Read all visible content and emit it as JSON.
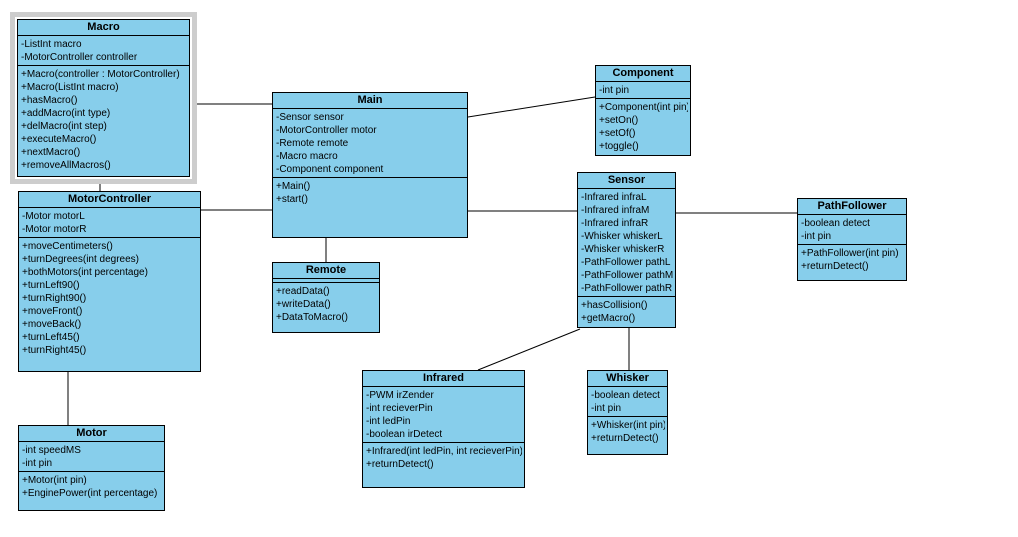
{
  "diagram": {
    "background_color": "#ffffff",
    "colors": {
      "class_fill": "#87CEEB",
      "class_border": "#000000",
      "selection_frame": "#cdcdcd",
      "connector": "#000000",
      "text": "#000000"
    },
    "classes": [
      {
        "name": "Macro",
        "selected": true,
        "attributes": [
          "-ListInt macro",
          "-MotorController controller"
        ],
        "methods": [
          "+Macro(controller : MotorController)",
          "+Macro(ListInt macro)",
          "+hasMacro()",
          "+addMacro(int type)",
          "+delMacro(int step)",
          "+executeMacro()",
          "+nextMacro()",
          "+removeAllMacros()"
        ]
      },
      {
        "name": "MotorController",
        "selected": false,
        "attributes": [
          "-Motor motorL",
          "-Motor motorR"
        ],
        "methods": [
          "+moveCentimeters()",
          "+turnDegrees(int degrees)",
          "+bothMotors(int percentage)",
          "+turnLeft90()",
          "+turnRight90()",
          "+moveFront()",
          "+moveBack()",
          "+turnLeft45()",
          "+turnRight45()"
        ]
      },
      {
        "name": "Motor",
        "selected": false,
        "attributes": [
          "-int speedMS",
          "-int pin"
        ],
        "methods": [
          "+Motor(int pin)",
          "+EnginePower(int percentage)"
        ]
      },
      {
        "name": "Main",
        "selected": false,
        "attributes": [
          "-Sensor sensor",
          "-MotorController motor",
          "-Remote remote",
          "-Macro macro",
          "-Component component"
        ],
        "methods": [
          "+Main()",
          "+start()"
        ]
      },
      {
        "name": "Remote",
        "selected": false,
        "attributes": [],
        "methods": [
          "+readData()",
          "+writeData()",
          "+DataToMacro()"
        ]
      },
      {
        "name": "Component",
        "selected": false,
        "attributes": [
          "-int pin"
        ],
        "methods": [
          "+Component(int pin)",
          "+setOn()",
          "+setOf()",
          "+toggle()"
        ]
      },
      {
        "name": "Sensor",
        "selected": false,
        "attributes": [
          "-Infrared infraL",
          "-Infrared infraM",
          "-Infrared infraR",
          "-Whisker whiskerL",
          "-Whisker whiskerR",
          "-PathFollower pathL",
          "-PathFollower pathM",
          "-PathFollower pathR"
        ],
        "methods": [
          "+hasCollision()",
          "+getMacro()"
        ]
      },
      {
        "name": "PathFollower",
        "selected": false,
        "attributes": [
          "-boolean detect",
          "-int pin"
        ],
        "methods": [
          "+PathFollower(int pin)",
          "+returnDetect()"
        ]
      },
      {
        "name": "Infrared",
        "selected": false,
        "attributes": [
          "-PWM irZender",
          "-int recieverPin",
          "-int ledPin",
          "-boolean irDetect"
        ],
        "methods": [
          "+Infrared(int ledPin, int recieverPin)",
          "+returnDetect()"
        ]
      },
      {
        "name": "Whisker",
        "selected": false,
        "attributes": [
          "-boolean detect",
          "-int pin"
        ],
        "methods": [
          "+Whisker(int pin)",
          "+returnDetect()"
        ]
      }
    ],
    "connectors": [
      {
        "from": "Macro",
        "to": "Main"
      },
      {
        "from": "MotorController",
        "to": "Main"
      },
      {
        "from": "Macro",
        "to": "MotorController"
      },
      {
        "from": "MotorController",
        "to": "Motor"
      },
      {
        "from": "Main",
        "to": "Remote"
      },
      {
        "from": "Main",
        "to": "Component"
      },
      {
        "from": "Main",
        "to": "Sensor"
      },
      {
        "from": "Sensor",
        "to": "PathFollower"
      },
      {
        "from": "Sensor",
        "to": "Whisker"
      },
      {
        "from": "Sensor",
        "to": "Infrared"
      }
    ]
  }
}
